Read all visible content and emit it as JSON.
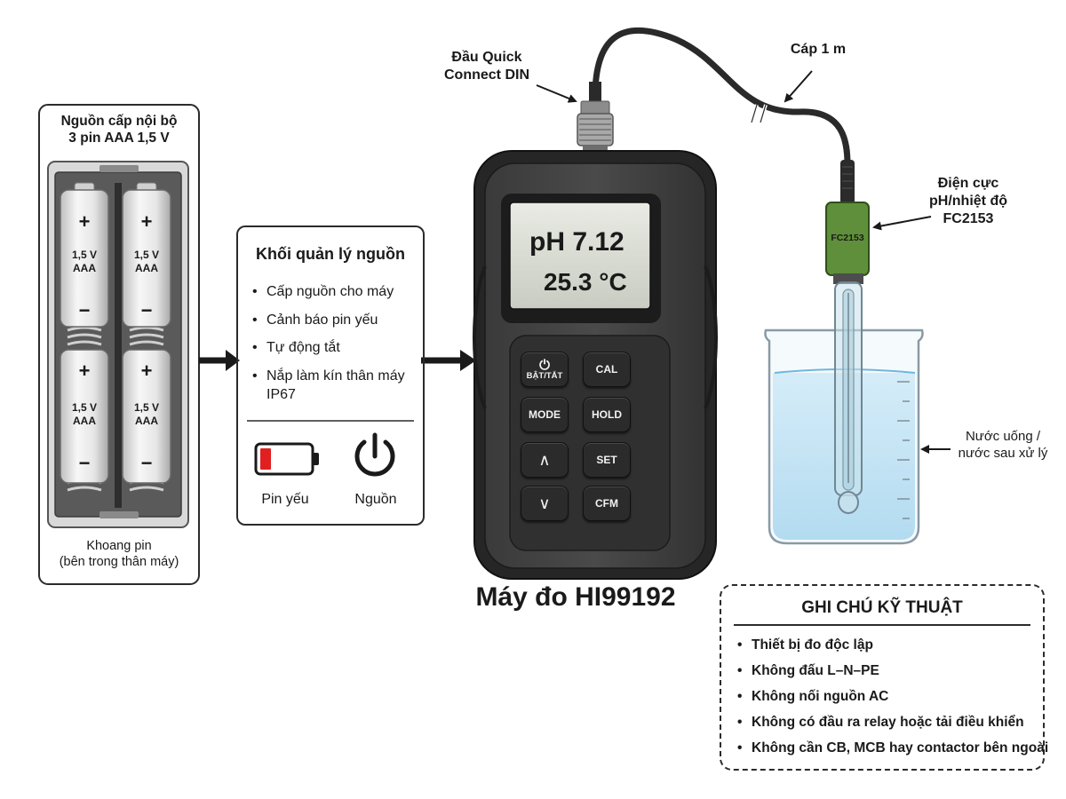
{
  "battery_panel": {
    "title_line1": "Nguồn cấp nội bộ",
    "title_line2": "3 pin AAA 1,5 V",
    "cells": [
      {
        "voltage": "1,5 V",
        "type": "AAA",
        "plus": "+",
        "minus": "−"
      },
      {
        "voltage": "1,5 V",
        "type": "AAA",
        "plus": "+",
        "minus": "−"
      },
      {
        "voltage": "1,5 V",
        "type": "AAA",
        "plus": "+",
        "minus": "−"
      },
      {
        "voltage": "1,5 V",
        "type": "AAA",
        "plus": "+",
        "minus": "−"
      }
    ],
    "caption_line1": "Khoang pin",
    "caption_line2": "(bên trong thân máy)"
  },
  "power_panel": {
    "title": "Khối quản lý nguồn",
    "items": [
      "Cấp nguồn cho máy",
      "Cảnh báo pin yếu",
      "Tự động tắt",
      "Nắp làm kín thân máy IP67"
    ],
    "low_battery_label": "Pin yếu",
    "power_label": "Nguồn",
    "low_battery_color": "#e02020"
  },
  "meter": {
    "connector_label_line1": "Đầu Quick",
    "connector_label_line2": "Connect DIN",
    "display_line1": "pH 7.12",
    "display_line2": "25.3 °C",
    "buttons": [
      "BẬT/TẮT",
      "CAL",
      "MODE",
      "HOLD",
      "∧",
      "SET",
      "∨",
      "CFM"
    ],
    "model_label": "Máy đo HI99192"
  },
  "cable": {
    "label": "Cáp 1 m"
  },
  "electrode": {
    "label_line1": "Điện cực",
    "label_line2": "pH/nhiệt độ",
    "label_line3": "FC2153",
    "body_text": "FC2153",
    "body_color": "#5f8f3a"
  },
  "beaker": {
    "label_line1": "Nước uống /",
    "label_line2": "nước sau xử lý",
    "water_color": "#9fd3ee"
  },
  "notes": {
    "title": "GHI CHÚ KỸ THUẬT",
    "items": [
      "Thiết bị đo độc lập",
      "Không đấu L–N–PE",
      "Không nối nguồn AC",
      "Không có đầu ra relay hoặc tải điều khiển",
      "Không cần CB, MCB hay contactor bên ngoài"
    ]
  }
}
